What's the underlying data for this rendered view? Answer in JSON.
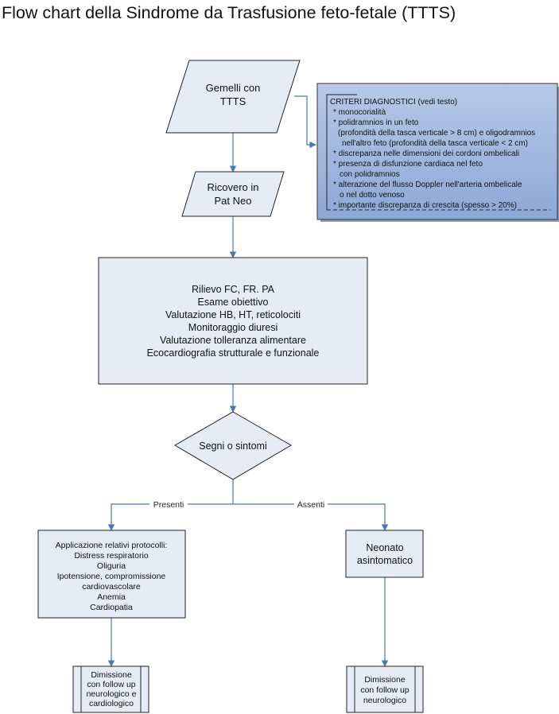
{
  "title": "Flow chart della Sindrome da Trasfusione feto-fetale (TTTS)",
  "colors": {
    "box_fill": "#e6ecf6",
    "stroke": "#222222",
    "edge": "#4a7ab5",
    "criteria_fill": "#9db3dc"
  },
  "nodes": {
    "start": [
      "Gemelli con",
      "TTTS"
    ],
    "admission": [
      "Ricovero in",
      "Pat Neo"
    ],
    "assessment": [
      "Rilievo FC, FR. PA",
      "Esame obiettivo",
      "Valutazione HB, HT, reticolociti",
      "Monitoraggio diuresi",
      "Valutazione tolleranza alimentare",
      "Ecocardiografia strutturale e funzionale"
    ],
    "decision": [
      "Segni o sintomi"
    ],
    "protocols": [
      "Applicazione relativi protocolli:",
      "Distress respiratorio",
      "Oliguria",
      "Ipotensione, compromissione",
      "cardiovascolare",
      "Anemia",
      "Cardiopatia"
    ],
    "asymptomatic": [
      "Neonato",
      "asintomatico"
    ],
    "discharge_left": [
      "Dimissione",
      "con follow up",
      "neurologico e",
      "cardiologico"
    ],
    "discharge_right": [
      "Dimissione",
      "con follow up",
      "neurologico"
    ]
  },
  "edge_labels": {
    "present": "Presenti",
    "absent": "Assenti"
  },
  "criteria": {
    "heading": "CRITERI DIAGNOSTICI (vedi testo)",
    "lines": [
      "* monocorialità",
      "* polidramnios in un feto",
      "(profondità della tasca verticale > 8 cm)  e oligodramnios",
      "nell'altro feto (profondità della tasca verticale < 2 cm)",
      "* discrepanza nelle dimensioni dei cordoni ombelicali",
      "* presenza di disfunzione cardiaca nel feto",
      "con polidramnios",
      "* alterazione del flusso Doppler nell'arteria ombelicale",
      "o nel dotto venoso",
      "* importante discrepanza di crescita (spesso > 20%)"
    ]
  }
}
